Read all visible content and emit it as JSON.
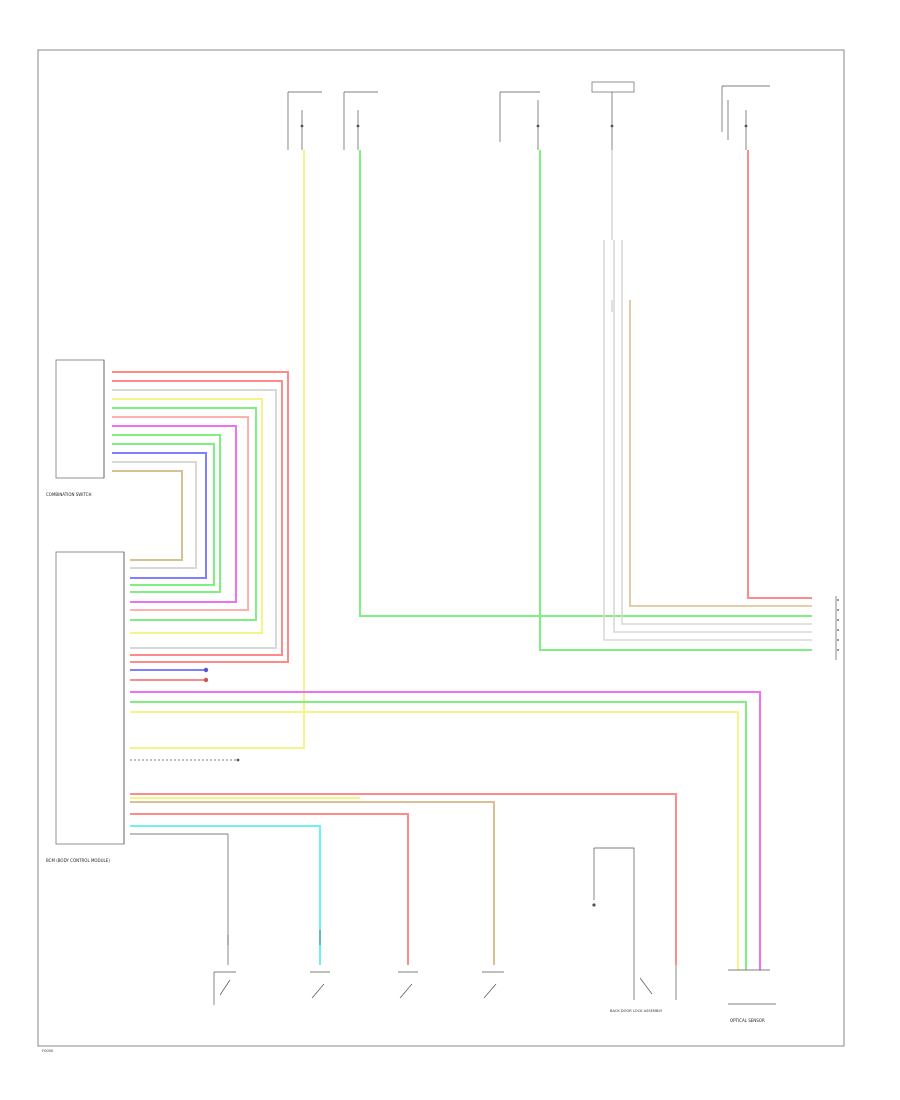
{
  "footer": {
    "code": "F0000"
  },
  "colors": {
    "red": "#ff8a8a",
    "pink": "#ffb0b0",
    "green": "#7ff07f",
    "yellow": "#f4f488",
    "lightgray": "#d8d8d8",
    "magenta": "#f070f0",
    "blue": "#8080ff",
    "tan": "#d8c090",
    "cyan": "#70f0f0",
    "violet": "#e070e0"
  },
  "labels": {
    "combination_switch": "COMBINATION SWITCH",
    "control_unit": "BCM (BODY CONTROL MODULE)",
    "optical_sensor": "OPTICAL SENSOR",
    "back_door_switch": "BACK DOOR LOCK ASSEMBLY"
  }
}
